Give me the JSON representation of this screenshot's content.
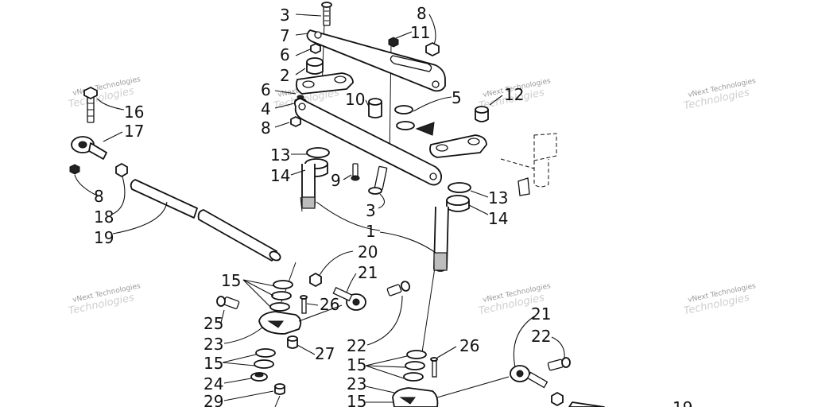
{
  "watermark": {
    "line1": "vNext Technologies",
    "line2": "Technologies"
  },
  "callouts": {
    "c3_top": "3",
    "c7": "7",
    "c6_top": "6",
    "c2": "2",
    "c6_mid": "6",
    "c4": "4",
    "c8_left": "8",
    "c13_left": "13",
    "c14_left": "14",
    "c9": "9",
    "c3_bot": "3",
    "c1": "1",
    "c8_top": "8",
    "c11": "11",
    "c10": "10",
    "c5": "5",
    "c12": "12",
    "c13_right": "13",
    "c14_right": "14",
    "c16": "16",
    "c17": "17",
    "c8_rod": "8",
    "c18": "18",
    "c19": "19",
    "c15_a": "15",
    "c20": "20",
    "c21_left": "21",
    "c26_left": "26",
    "c25": "25",
    "c23_left": "23",
    "c27": "27",
    "c15_b": "15",
    "c24": "24",
    "c29": "29",
    "c22_left": "22",
    "c15_c": "15",
    "c26_right": "26",
    "c23_right": "23",
    "c15_d": "15",
    "c21_right": "21",
    "c22_right": "22",
    "c19_right": "19"
  }
}
